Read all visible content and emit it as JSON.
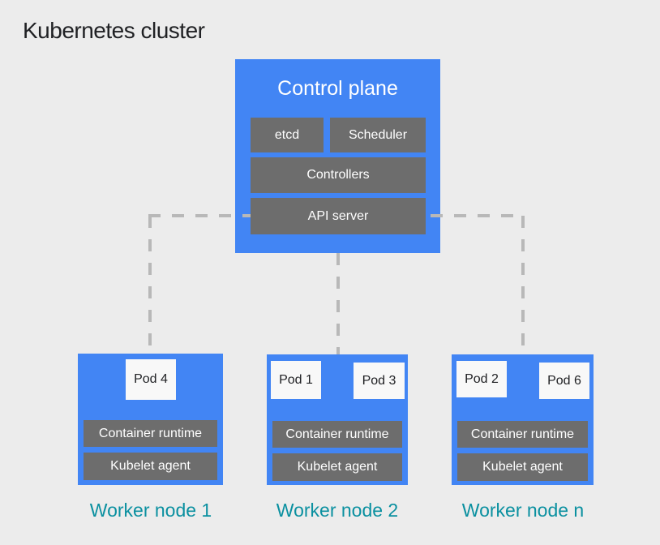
{
  "title": "Kubernetes cluster",
  "control_plane": {
    "title": "Control plane",
    "components": [
      "etcd",
      "Scheduler",
      "Controllers",
      "API server"
    ]
  },
  "worker_nodes": [
    {
      "label": "Worker node 1",
      "pods": [
        "Pod 4"
      ],
      "container_runtime": "Container runtime",
      "kubelet": "Kubelet agent"
    },
    {
      "label": "Worker node 2",
      "pods": [
        "Pod 1",
        "Pod 3"
      ],
      "container_runtime": "Container runtime",
      "kubelet": "Kubelet agent"
    },
    {
      "label": "Worker node n",
      "pods": [
        "Pod 2",
        "Pod 6"
      ],
      "container_runtime": "Container runtime",
      "kubelet": "Kubelet agent"
    }
  ],
  "connections": [
    "api-server to worker-node-1 (dashed)",
    "control-plane to worker-node-2 (dashed)",
    "api-server to worker-node-n (dashed)"
  ],
  "colors": {
    "background": "#ececec",
    "node_blue": "#4285f4",
    "component_gray": "#6d6d6d",
    "pod_background": "#f8f8f8",
    "worker_label_teal": "#0a90a0",
    "dash_gray": "#b8b8b8",
    "title_text": "#202124",
    "light_text": "#ffffff"
  }
}
